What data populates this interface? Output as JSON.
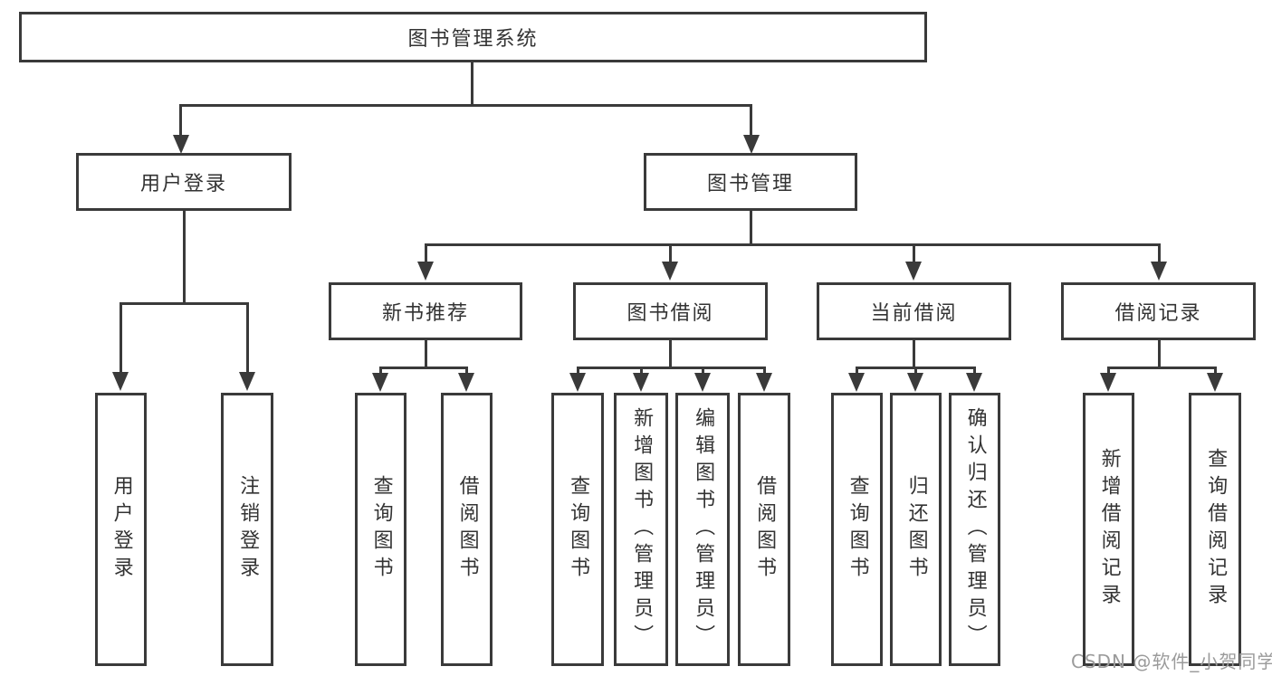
{
  "diagram": {
    "type": "tree",
    "root": {
      "label": "图书管理系统"
    },
    "branches": [
      {
        "label": "用户登录",
        "children": [
          {
            "label": "用户登录"
          },
          {
            "label": "注销登录"
          }
        ]
      },
      {
        "label": "图书管理",
        "children": [
          {
            "label": "新书推荐",
            "children": [
              {
                "label": "查询图书"
              },
              {
                "label": "借阅图书"
              }
            ]
          },
          {
            "label": "图书借阅",
            "children": [
              {
                "label": "查询图书"
              },
              {
                "label": "新增图书（管理员）"
              },
              {
                "label": "编辑图书（管理员）"
              },
              {
                "label": "借阅图书"
              }
            ]
          },
          {
            "label": "当前借阅",
            "children": [
              {
                "label": "查询图书"
              },
              {
                "label": "归还图书"
              },
              {
                "label": "确认归还（管理员）"
              }
            ]
          },
          {
            "label": "借阅记录",
            "children": [
              {
                "label": "新增借阅记录"
              },
              {
                "label": "查询借阅记录"
              }
            ]
          }
        ]
      }
    ],
    "watermark": {
      "text": "CSDN @软件_小贺同学",
      "color": "#9b9b9b"
    },
    "style": {
      "line_color": "#3a3a3a",
      "text_color": "#333333",
      "box_fill": "#ffffff"
    }
  }
}
